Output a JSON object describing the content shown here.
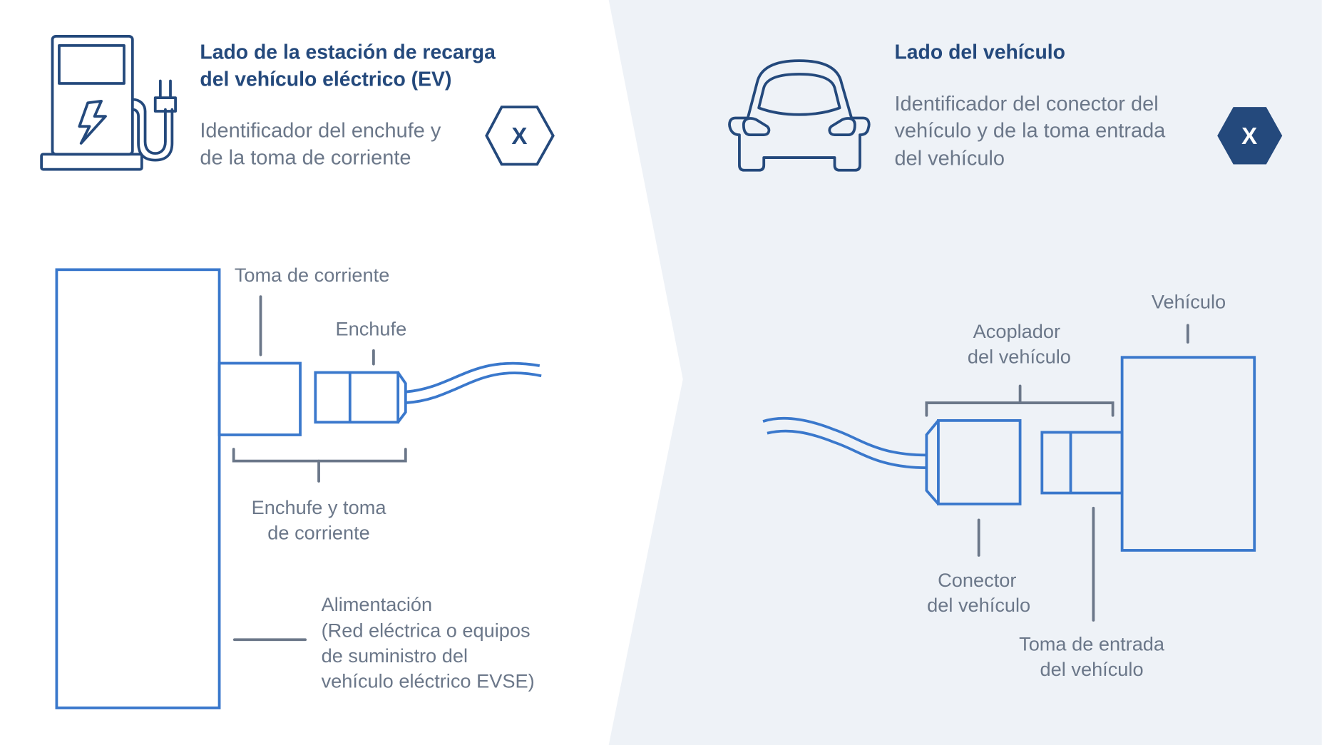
{
  "colors": {
    "background_left": "#ffffff",
    "background_right": "#eef2f7",
    "title": "#24497c",
    "body_text": "#6b7789",
    "diagram_line": "#3a78cc",
    "icon": "#24497c",
    "leader_line": "#6b7789"
  },
  "left_panel": {
    "icon": "ev-charging-station-icon",
    "title_line1": "Lado de la estación de recarga",
    "title_line2": "del vehículo eléctrico (EV)",
    "identifier_line1": "Identificador del enchufe y",
    "identifier_line2": "de la toma de corriente",
    "badge": {
      "shape": "hexagon-outline",
      "label": "X"
    },
    "diagram": {
      "socket_label": "Toma de corriente",
      "plug_label": "Enchufe",
      "pair_label_line1": "Enchufe y toma",
      "pair_label_line2": "de corriente",
      "supply_label_line1": "Alimentación",
      "supply_label_line2": "(Red eléctrica o equipos",
      "supply_label_line3": "de suministro del",
      "supply_label_line4": "vehículo eléctrico EVSE)"
    }
  },
  "right_panel": {
    "icon": "car-front-icon",
    "title": "Lado del vehículo",
    "identifier_line1": "Identificador del conector del",
    "identifier_line2": "vehículo y de la toma entrada",
    "identifier_line3": "del vehículo",
    "badge": {
      "shape": "hexagon-filled",
      "label": "X"
    },
    "diagram": {
      "vehicle_label": "Vehículo",
      "coupler_label_line1": "Acoplador",
      "coupler_label_line2": "del vehículo",
      "connector_label_line1": "Conector",
      "connector_label_line2": "del vehículo",
      "inlet_label_line1": "Toma de entrada",
      "inlet_label_line2": "del vehículo"
    }
  }
}
